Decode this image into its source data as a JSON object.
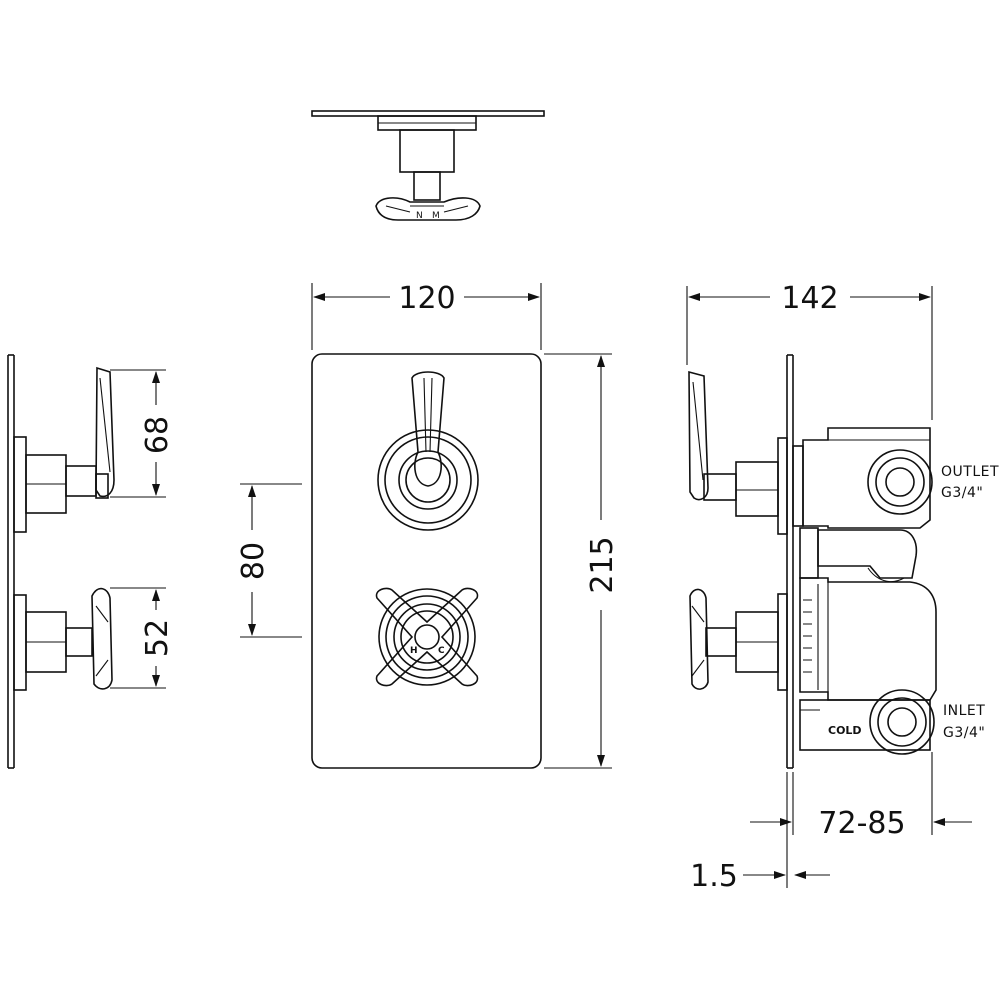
{
  "dimensions": {
    "plate_width": "120",
    "overall_depth": "142",
    "plate_height": "215",
    "control_spacing": "80",
    "lever_height": "68",
    "cross_handle_height": "52",
    "body_depth": "72-85",
    "plate_thickness": "1.5"
  },
  "labels": {
    "outlet": "OUTLET",
    "outlet_thread": "G3/4\"",
    "inlet": "INLET",
    "inlet_thread": "G3/4\"",
    "cold": "COLD",
    "handle_hot": "H",
    "handle_cold": "C"
  }
}
